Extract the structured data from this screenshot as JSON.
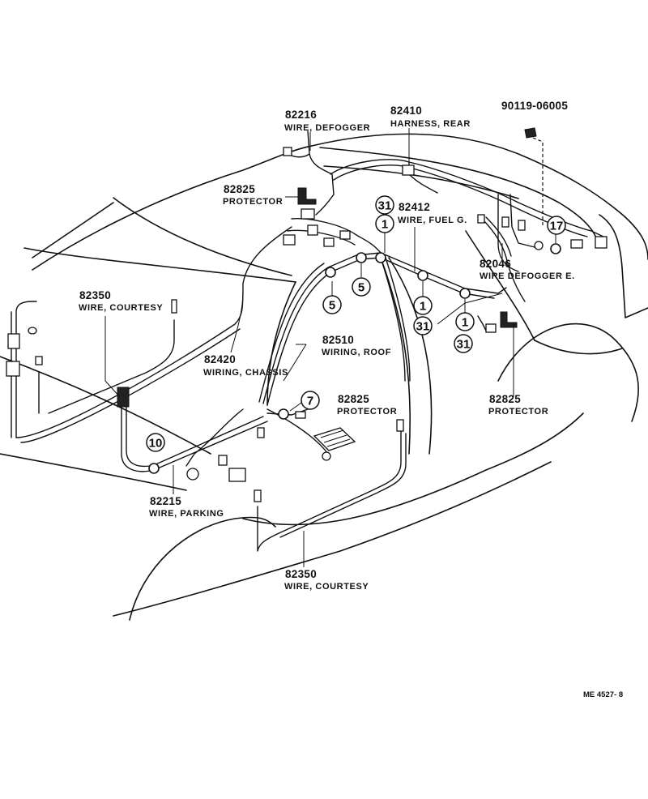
{
  "labels": {
    "defogger_wire": {
      "number": "82216",
      "name": "WIRE, DEFOGGER"
    },
    "rear_harness": {
      "number": "82410",
      "name": "HARNESS, REAR"
    },
    "bolt": {
      "number": "90119-06005"
    },
    "protector_top": {
      "number": "82825",
      "name": "PROTECTOR"
    },
    "fuel_wire": {
      "number": "82412",
      "name": "WIRE, FUEL G."
    },
    "defogger_e_wire": {
      "number": "82046",
      "name": "WIRE DEFOGGER E."
    },
    "courtesy_left": {
      "number": "82350",
      "name": "WIRE, COURTESY"
    },
    "roof_wiring": {
      "number": "82510",
      "name": "WIRING, ROOF"
    },
    "chassis_wiring": {
      "number": "82420",
      "name": "WIRING, CHASSIS"
    },
    "protector_mid": {
      "number": "82825",
      "name": "PROTECTOR"
    },
    "protector_right": {
      "number": "82825",
      "name": "PROTECTOR"
    },
    "parking_wire": {
      "number": "82215",
      "name": "WIRE, PARKING"
    },
    "courtesy_bottom": {
      "number": "82350",
      "name": "WIRE, COURTESY"
    }
  },
  "callouts": {
    "c31_top": "31",
    "c1_top": "1",
    "c5_a": "5",
    "c5_b": "5",
    "c1_mid": "1",
    "c31_mid": "31",
    "c1_right": "1",
    "c31_right": "31",
    "c17": "17",
    "c7": "7",
    "c10": "10"
  },
  "footer": {
    "code": "ME 4527- 8"
  }
}
